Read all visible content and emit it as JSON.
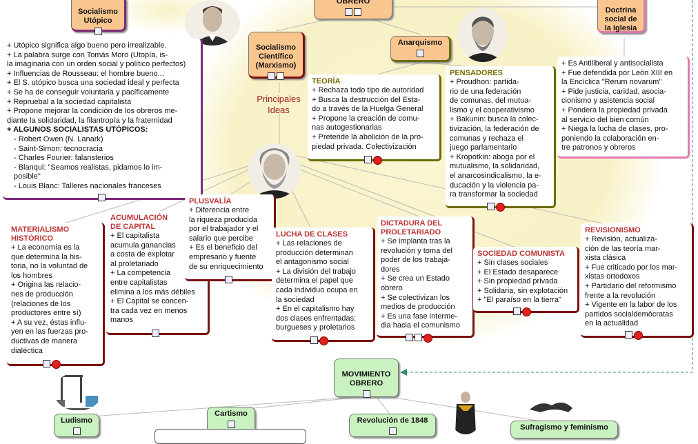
{
  "nodes": {
    "socialismo_utopico": "Socialismo\nUtópico",
    "obrero_top": "OBRERO",
    "doctrina": "Doctrina\nsocial de\nla Iglesia",
    "socialismo_cientifico": "Socialismo\nCientífico\n(Marxismo)",
    "anarquismo": "Anarquismo",
    "principales_ideas": "Principales\nIdeas",
    "movimiento_obrero": "MOVIMIENTO\nOBRERO",
    "ludismo": "Ludismo",
    "cartismo": "Cartismo",
    "revolucion_1848": "Revolución de 1848",
    "sufragismo": "Sufragismo y feminismo"
  },
  "utopico_box": {
    "lines": [
      "+ Utópico significa algo bueno pero irrealizable.",
      "+ La palabra surge con Tomás Moro (Utopía, is-",
      "la imaginaria con un orden social y político perfectos)",
      "+ Influencias de Rousseau: el hombre bueno...",
      "+ El S. utópico busca una sociedad ideal y perfecta",
      "+ Se ha de conseguir voluntaria y pacíficamente",
      "+ Repruebal a la sociedad capitalista",
      "+ Propone mejorar la condición de los obreros me-",
      "diante la solidaridad, la filantropía y la fraternidad",
      "+ ALGUNOS SOCIALISTAS UTÓPICOS:",
      "  - Robert Owen (N. Lanark)",
      "  - Saint-Simon: tecnocracia",
      "  - Charles Fourier: falansterios",
      "  - Blanqui: \"Seamos realistas, pidamos lo im-",
      "    posible\"",
      "  - Louis Blanc: Talleres nacionales franceses"
    ]
  },
  "teoria_box": {
    "heading": "TEORÍA",
    "lines": [
      "+ Rechaza todo tipo de autoridad",
      "+ Busca la destrucción del Esta-",
      "do a través de la Huelga General",
      "+ Propone la creación de comu-",
      "nas autogestionarias",
      "+ Pretende la abolición de la pro-",
      "piedad privada. Colectivización"
    ]
  },
  "pensadores_box": {
    "heading": "PENSADORES",
    "lines": [
      "+ Proudhon:  partida-",
      "rio de una federación",
      "de comunas, del mutua-",
      "lismo y el cooperativismo",
      "+ Bakunin: busca la colec-",
      "tivización, la federación de",
      "comunas y rechaza el",
      "juego parlamentario",
      "+ Kropotkin: aboga por el",
      "mutualismo, la solidaridad,",
      "el anarcosindicalismo, la e-",
      "ducación  y la violencia pa-",
      "ra transformar la sociedad"
    ]
  },
  "iglesia_box": {
    "lines": [
      "+ Es Antiliberal y antisocialista",
      "+ Fue defendida por León XIII en",
      "la Encíclica \"Rerum novarum\"",
      "+ Pide justicia, caridad, asocia-",
      "cionismo y asistencia social",
      "+ Pondera la propiedad privada",
      "   al servicio del bien común",
      "+ Niega la lucha de clases, pro-",
      "   poniendo la colaboración en-",
      "   tre patronos y obreros"
    ]
  },
  "materialismo_box": {
    "heading": "MATERIALISMO\nHISTÓRICO",
    "lines": [
      "+ La economía es la",
      "que determina la his-",
      "toria, no la voluntad de",
      "los hombres",
      "+ Origina las relacio-",
      "nes de producción",
      "(relaciones de los",
      "productores entre sí)",
      "+ A su vez, éstas influ-",
      "yen en las fuerzas pro-",
      "ductivas de manera",
      "dialéctica"
    ]
  },
  "acumulacion_box": {
    "heading": "ACUMULACIÓN\nDE CAPITAL",
    "lines": [
      "+ El capitalista",
      "acumula ganancias",
      "a costa de explotar",
      "al proletariado",
      "+ La competencia",
      "entre capitalistas",
      "elimina a los más débiles",
      "+ El Capital se concen-",
      "tra cada vez en menos",
      "manos"
    ]
  },
  "plusvalia_box": {
    "heading": "PLUSVALÍA",
    "lines": [
      "+ Diferencia entre",
      "la riqueza producida",
      "por el trabajador y el",
      "salario que percibe",
      "+ Es el beneficio del",
      "empresario y fuente",
      "de su enriquecimiento"
    ]
  },
  "lucha_box": {
    "heading": "LUCHA DE CLASES",
    "lines": [
      "+ Las relaciones de",
      "producción determinan",
      "el antagonismo social",
      "+ La división del trabajo",
      "determina el papel que",
      "cada individuo ocupa en",
      "la sociedad",
      "+ En el capitalismo hay",
      "dos clases enfrentadas:",
      "burgueses y proletarios"
    ]
  },
  "dictadura_box": {
    "heading": "DICTADURA DEL\nPROLETARIADO",
    "lines": [
      "+ Se implanta tras la",
      "revolución y toma del",
      "poder de los trabaja-",
      "dores",
      "+ Se crea un Estado",
      "obrero",
      "+ Se colectivizan los",
      "medios de producción",
      "+ Es una fase interme-",
      "dia hacia el comunismo"
    ]
  },
  "comunista_box": {
    "heading": "SOCIEDAD COMUNISTA",
    "lines": [
      "+ Sin clases sociales",
      "+ El Estado desaparece",
      "+ Sin propiedad privada",
      "+ Solidaria, sin explotación",
      "+ \"El paraíso en la tierra\""
    ]
  },
  "revisionismo_box": {
    "heading": "REVISIONISMO",
    "lines": [
      "+ Revisión, actualiza-",
      "ción de las teoría mar-",
      "xista clásica",
      "+ Fue criticado por los mar-",
      "xistas ortodoxos",
      "+ Partidario del reformismo",
      "frente a la revolución",
      "+ Vigente en la labor de los",
      "partidos socialdemócratas",
      "en la actualidad"
    ]
  },
  "colors": {
    "node_orange": "#f9c690",
    "node_green": "#c9f2c0",
    "heading_red": "#b33333",
    "heading_olive": "#7a6b00",
    "utopico_border": "#7b2a7b",
    "pensadores_border": "#6b6b00",
    "iglesia_border": "#e07ab0",
    "marx_border": "#7a1010",
    "glow": "#f7f2c4"
  },
  "icons": [
    "document-icon",
    "hierarchy-icon",
    "web-link-icon",
    "portrait-image"
  ]
}
